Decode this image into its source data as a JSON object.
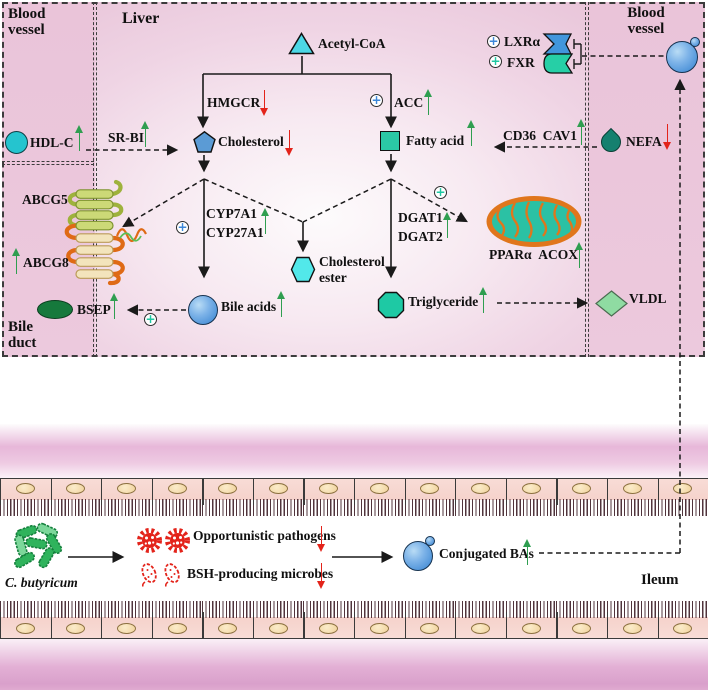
{
  "panels": {
    "blood_vessel_left": "Blood vessel",
    "liver": "Liver",
    "blood_vessel_right": "Blood vessel",
    "bile_duct": "Bile duct",
    "ileum": "Ileum"
  },
  "liver_pathway": {
    "acetyl_coa": "Acetyl-CoA",
    "hmgcr": "HMGCR",
    "acc": "ACC",
    "cholesterol": "Cholesterol",
    "fatty_acid": "Fatty acid",
    "cyp7a1": "CYP7A1",
    "cyp27a1": "CYP27A1",
    "cholesterol_ester_1": "Cholesterol",
    "cholesterol_ester_2": "ester",
    "dgat1": "DGAT1",
    "dgat2": "DGAT2",
    "ppara_acox": "PPARα  ACOX",
    "bile_acids": "Bile acids",
    "triglyceride": "Triglyceride"
  },
  "membrane": {
    "hdl_c": "HDL-C",
    "sr_bi": "SR-BI",
    "cd36_cav1": "CD36  CAV1",
    "nefa": "NEFA",
    "lxr": "LXRα",
    "fxr": "FXR",
    "abcg5": "ABCG5",
    "abcg8": "ABCG8",
    "bsep": "BSEP",
    "vldl": "VLDL"
  },
  "intestine": {
    "c_butyricum": "C. butyricum",
    "opportunistic_pathogens": "Opportunistic pathogens",
    "bsh_microbes": "BSH-producing microbes",
    "conjugated_bas": "Conjugated BAs"
  },
  "colors": {
    "increase_arrow": "#2f9e50",
    "decrease_arrow": "#e3231a",
    "panel_pink": "#eac6da",
    "teal_shape": "#2bc9a6",
    "blue_shape": "#5b9bd5",
    "cyan_shape": "#4cd8e6",
    "mito_orange": "#e0761c",
    "sphere_blue": "#4f94d9"
  }
}
